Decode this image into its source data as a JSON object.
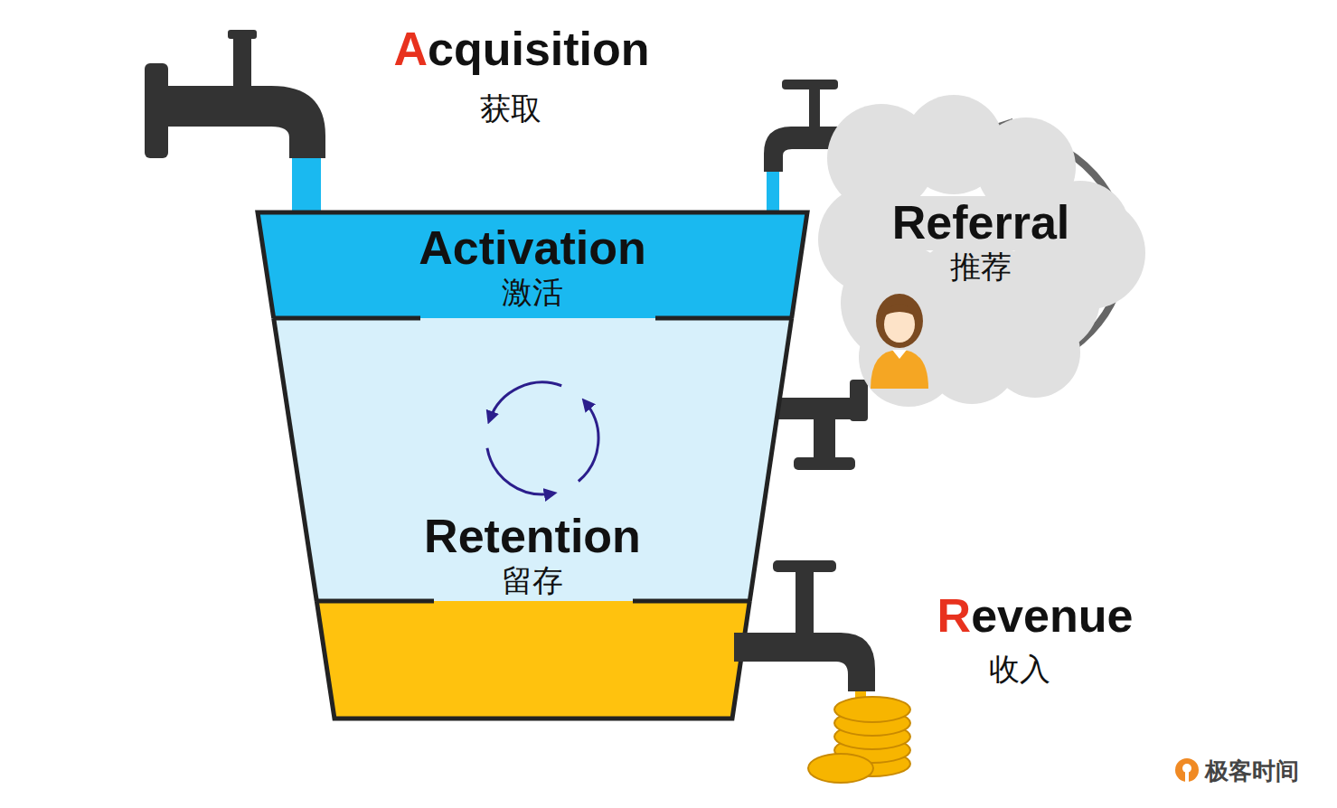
{
  "diagram": {
    "nodes": [
      {
        "text": [
          "Activation",
          "激活"
        ]
      },
      {
        "text": [
          "Retention",
          "留存"
        ]
      },
      {
        "text": [
          "Referral",
          "推荐"
        ]
      }
    ],
    "labels": [
      "Acquisition",
      "获取",
      "Revenue",
      "收入",
      "极客时间"
    ]
  }
}
